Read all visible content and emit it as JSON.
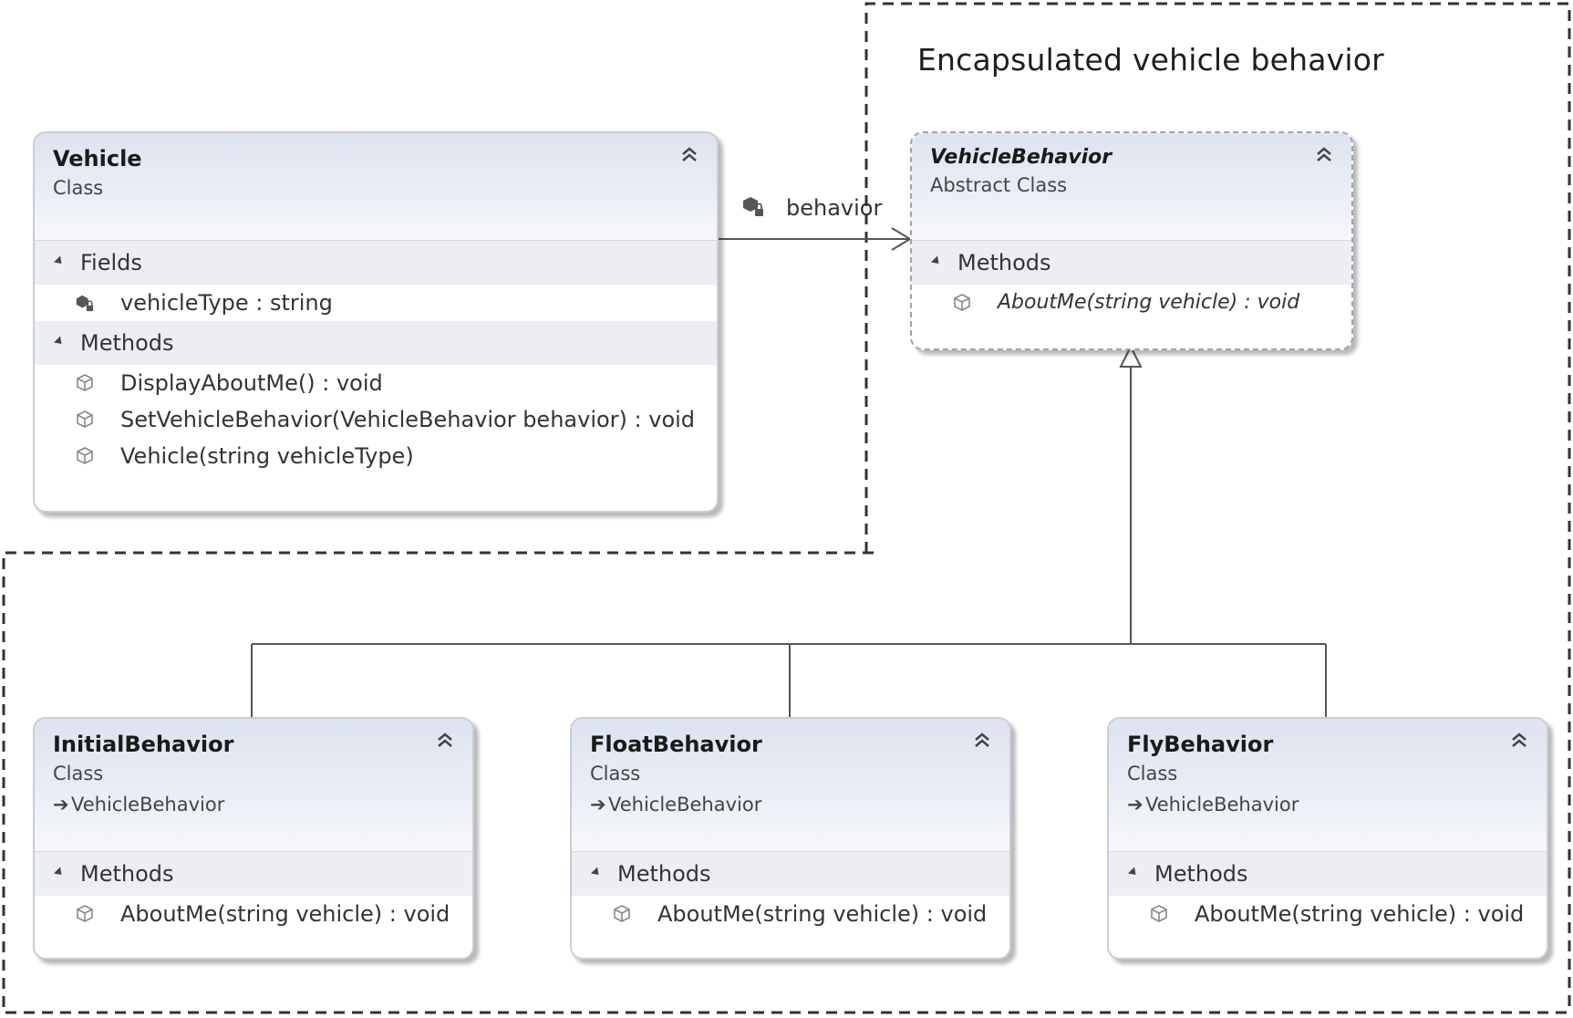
{
  "region": {
    "label": "Encapsulated vehicle behavior"
  },
  "association": {
    "label": "behavior",
    "icon": "private-field-icon"
  },
  "classes": {
    "vehicle": {
      "name": "Vehicle",
      "kind": "Class",
      "fields_label": "Fields",
      "fields": [
        "vehicleType : string"
      ],
      "methods_label": "Methods",
      "methods": [
        "DisplayAboutMe() : void",
        "SetVehicleBehavior(VehicleBehavior behavior) : void",
        "Vehicle(string vehicleType)"
      ]
    },
    "vehicleBehavior": {
      "name": "VehicleBehavior",
      "kind": "Abstract Class",
      "methods_label": "Methods",
      "methods": [
        "AboutMe(string vehicle) : void"
      ]
    },
    "initialBehavior": {
      "name": "InitialBehavior",
      "kind": "Class",
      "inherits": "VehicleBehavior",
      "methods_label": "Methods",
      "methods": [
        "AboutMe(string vehicle) : void"
      ]
    },
    "floatBehavior": {
      "name": "FloatBehavior",
      "kind": "Class",
      "inherits": "VehicleBehavior",
      "methods_label": "Methods",
      "methods": [
        "AboutMe(string vehicle) : void"
      ]
    },
    "flyBehavior": {
      "name": "FlyBehavior",
      "kind": "Class",
      "inherits": "VehicleBehavior",
      "methods_label": "Methods",
      "methods": [
        "AboutMe(string vehicle) : void"
      ]
    }
  },
  "colors": {
    "line": "#555555",
    "dashed_region": "#333333",
    "header": "#dde3ef",
    "section": "#eceef2"
  }
}
